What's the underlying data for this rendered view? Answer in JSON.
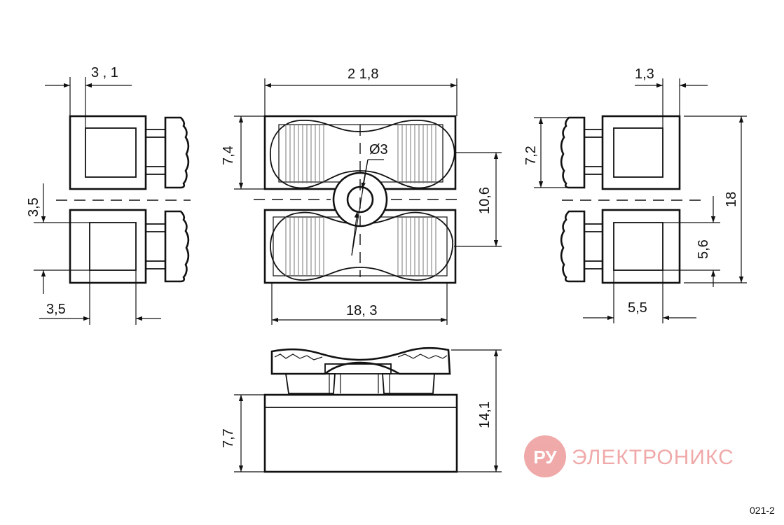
{
  "dimensions": {
    "left_top_width": "3 , 1",
    "left_pitch": "3,5",
    "left_bottom_width": "3,5",
    "center_overall_width": "2 1,8",
    "center_half_height": "7,4",
    "center_hole_diameter": "Ø3",
    "center_span": "10,6",
    "center_inner_width": "18, 3",
    "right_top_width": "1,3",
    "right_button_height": "7,2",
    "right_overall_height": "18",
    "right_block_height": "5,6",
    "right_block_width": "5,5",
    "bottom_base_height": "7,7",
    "bottom_overall_height": "14,1"
  },
  "watermark": {
    "logo_text": "РУ",
    "brand_text": "ЭЛЕКТРОНИКС",
    "color": "#ee9b9b"
  },
  "figure_code": "021-2"
}
